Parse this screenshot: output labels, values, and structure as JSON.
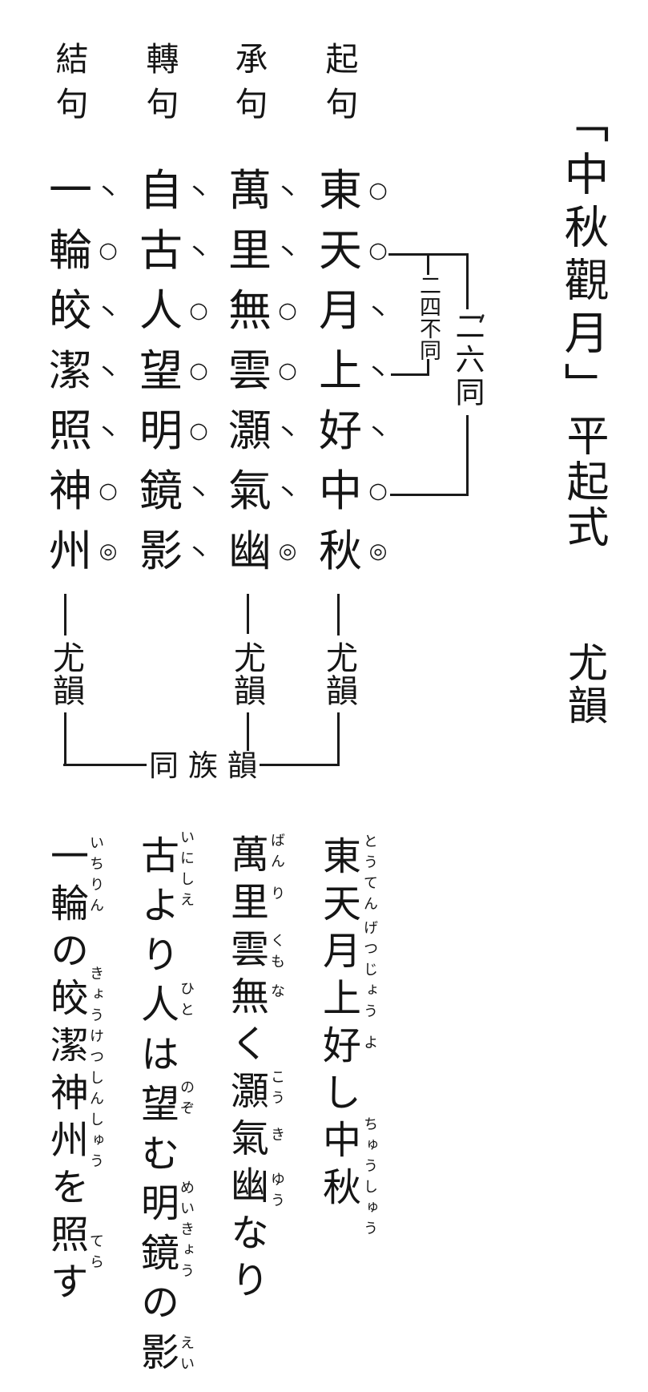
{
  "page": {
    "background": "#ffffff",
    "ink": "#1a1a1a"
  },
  "title": {
    "main": "「中秋觀月」",
    "form": "平起式",
    "rhyme": "尤韻"
  },
  "annotations": {
    "two_six_same": "二六同",
    "two_four_different": "二四不同",
    "rhyme_label": "尤韻",
    "same_family_rhyme": "同族韻"
  },
  "poem": {
    "lines": [
      {
        "label": "起句",
        "chars": "東天月上好中秋",
        "marks": [
          "○",
          "○",
          "丶",
          "丶",
          "丶",
          "○",
          "◎"
        ],
        "rhymes": true
      },
      {
        "label": "承句",
        "chars": "萬里無雲灝氣幽",
        "marks": [
          "丶",
          "丶",
          "○",
          "○",
          "丶",
          "丶",
          "◎"
        ],
        "rhymes": true
      },
      {
        "label": "轉句",
        "chars": "自古人望明鏡影",
        "marks": [
          "丶",
          "丶",
          "○",
          "○",
          "○",
          "丶",
          "丶"
        ],
        "rhymes": false
      },
      {
        "label": "結句",
        "chars": "一輪皎潔照神州",
        "marks": [
          "丶",
          "○",
          "丶",
          "丶",
          "丶",
          "○",
          "◎"
        ],
        "rhymes": true
      }
    ]
  },
  "reading": {
    "columns": [
      {
        "kanji": "東天月上好し中秋",
        "furigana": [
          {
            "base": "東天",
            "kana": "とうてん"
          },
          {
            "base": "月上",
            "kana": "げつじょう"
          },
          {
            "base": "好",
            "kana": "よ"
          },
          {
            "base": "中秋",
            "kana": "ちゅうしゅう"
          }
        ]
      },
      {
        "kanji": "萬里雲無く灝氣幽なり",
        "furigana": [
          {
            "base": "萬",
            "kana": "ばん"
          },
          {
            "base": "里",
            "kana": "り"
          },
          {
            "base": "雲",
            "kana": "くも"
          },
          {
            "base": "無",
            "kana": "な"
          },
          {
            "base": "灝",
            "kana": "こう"
          },
          {
            "base": "氣",
            "kana": "き"
          },
          {
            "base": "幽",
            "kana": "ゆう"
          }
        ]
      },
      {
        "kanji": "古より人は望む明鏡の影",
        "furigana": [
          {
            "base": "古",
            "kana": "いにしえ"
          },
          {
            "base": "人",
            "kana": "ひと"
          },
          {
            "base": "望",
            "kana": "のぞ"
          },
          {
            "base": "明鏡",
            "kana": "めいきょう"
          },
          {
            "base": "影",
            "kana": "えい"
          }
        ]
      },
      {
        "kanji": "一輪の皎潔神州を照す",
        "furigana": [
          {
            "base": "一輪",
            "kana": "いちりん"
          },
          {
            "base": "皎潔神州",
            "kana": "きょうけつしんしゅう"
          },
          {
            "base": "照",
            "kana": "てら"
          }
        ]
      }
    ]
  }
}
